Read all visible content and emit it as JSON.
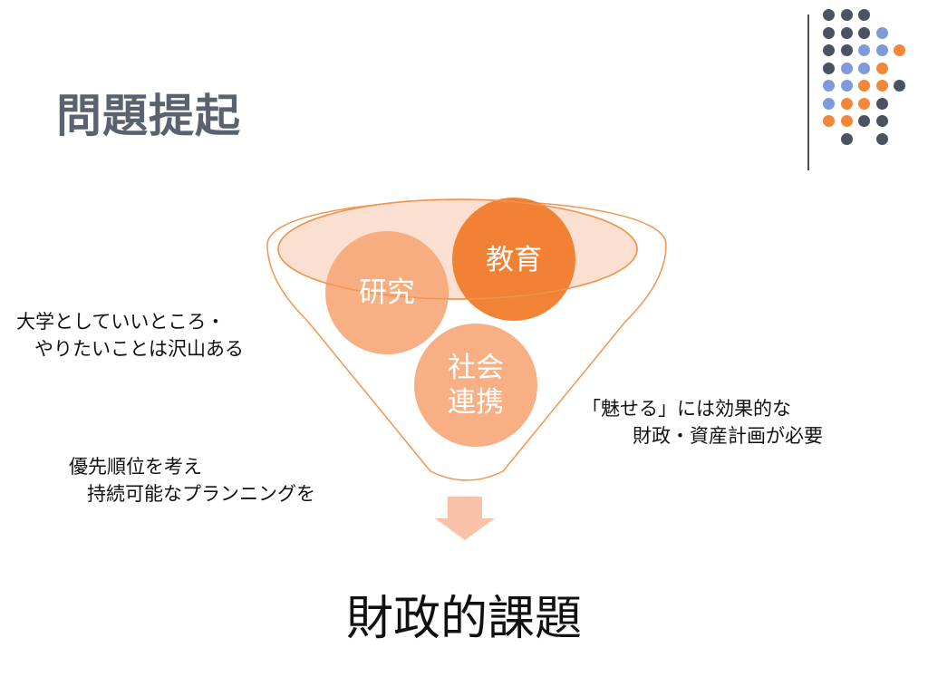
{
  "slide": {
    "title": "問題提起",
    "circles": {
      "kenkyu": "研究",
      "kyoiku": "教育",
      "shakai_line1": "社会",
      "shakai_line2": "連携"
    },
    "notes": {
      "left_top_line1": "大学としていいところ・",
      "left_top_line2": "やりたいことは沢山ある",
      "left_bottom_line1": "優先順位を考え",
      "left_bottom_line2": "持続可能なプランニングを",
      "right_line1": "「魅せる」には効果的な",
      "right_line2": "財政・資産計画が必要"
    },
    "conclusion": "財政的課題"
  },
  "colors": {
    "title_text": "#5a6270",
    "orange_strong": "#f07e2e",
    "orange_light": "#f6a878",
    "funnel_stroke": "#f0954f",
    "arrow_fill": "#f9c2a8",
    "dot_dark": "#4b5262",
    "dot_blue": "#7e9bd8",
    "dot_orange": "#f2873a"
  },
  "icons": {
    "decorative_grid": "dot-grid-icon",
    "down_arrow": "arrow-down-icon"
  }
}
